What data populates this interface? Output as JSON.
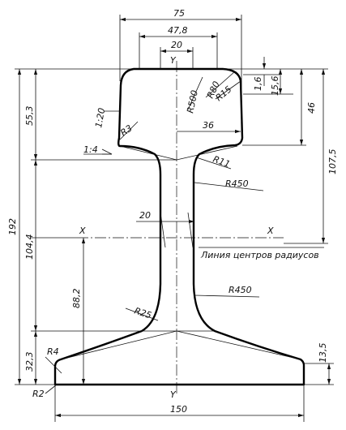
{
  "drawing": {
    "dimensions": {
      "top_width": "75",
      "head_width": "47,8",
      "crown_width": "20",
      "half_head": "36",
      "web_width": "20",
      "base_width": "150",
      "overall_height": "192",
      "head_height": "55,3",
      "neck_to_axis": "104,4",
      "axis_to_base": "88,2",
      "base_height": "32,3",
      "right_head": "46",
      "right_total": "107,5",
      "base_edge": "13,5",
      "small_1": "1,6",
      "small_2": "15,6"
    },
    "radii": {
      "r500": "R500",
      "r80": "R80",
      "r15": "R15",
      "r3": "R3",
      "r11": "R11",
      "r450_upper": "R450",
      "r450_lower": "R450",
      "r25": "R25",
      "r4": "R4",
      "r2": "R2"
    },
    "slopes": {
      "head_slope": "1:20",
      "neck_slope": "1:4"
    },
    "axes": {
      "y_top": "Y",
      "y_bottom": "Y",
      "x_left": "X",
      "x_right": "X"
    },
    "note": "Линия центров радиусов"
  }
}
